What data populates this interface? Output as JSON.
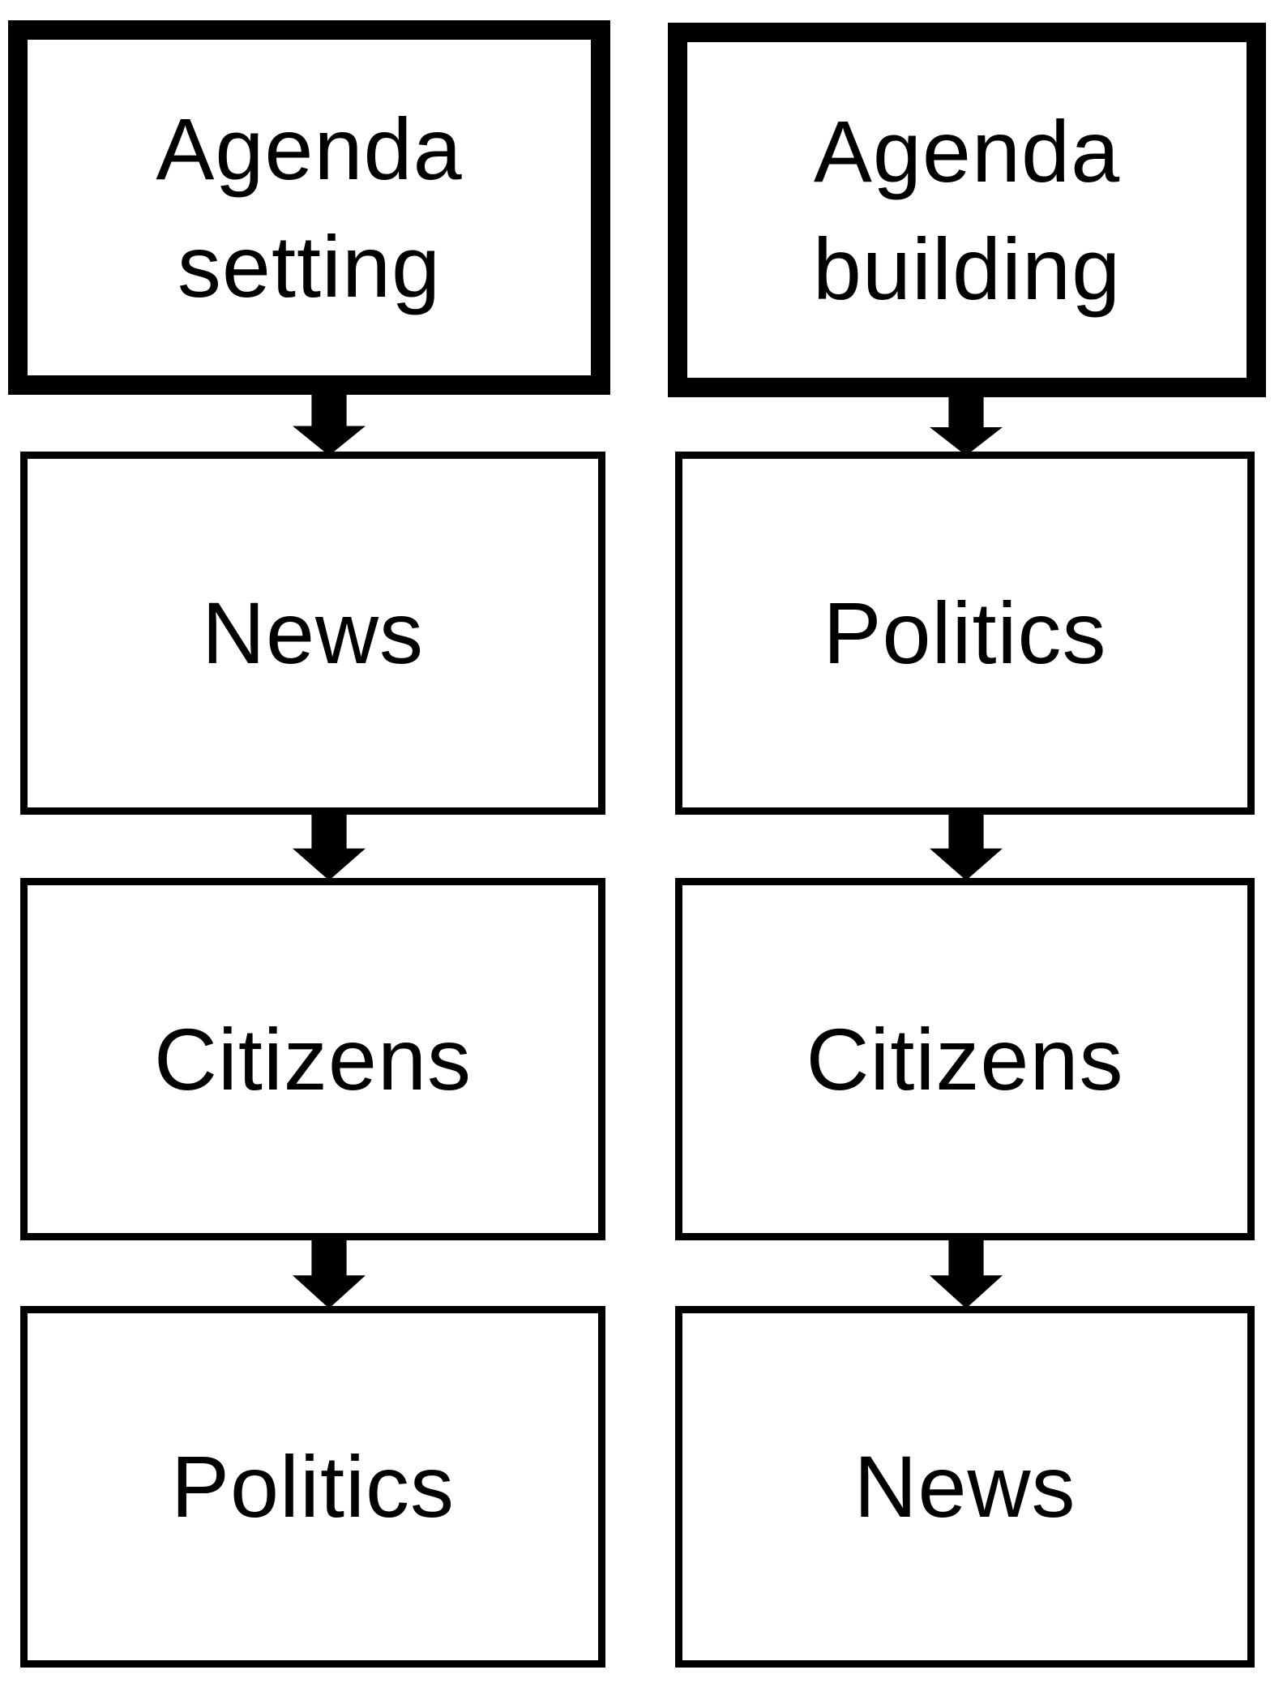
{
  "diagram": {
    "background_color": "#ffffff",
    "line_color": "#000000",
    "text_color": "#000000",
    "columns": [
      {
        "name": "agenda-setting",
        "header": "Agenda setting",
        "header_lines": [
          "Agenda",
          "setting"
        ],
        "steps": [
          "News",
          "Citizens",
          "Politics"
        ]
      },
      {
        "name": "agenda-building",
        "header": "Agenda building",
        "header_lines": [
          "Agenda",
          "building"
        ],
        "steps": [
          "Politics",
          "Citizens",
          "News"
        ]
      }
    ]
  }
}
